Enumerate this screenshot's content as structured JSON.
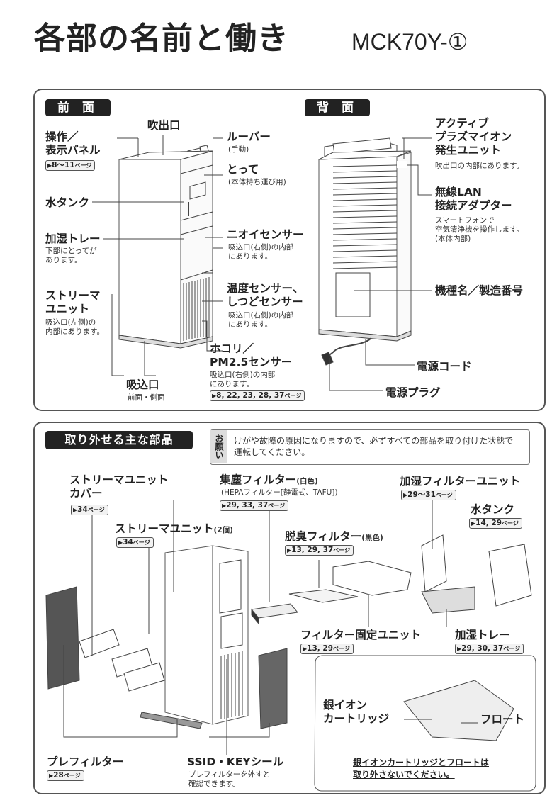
{
  "page": {
    "title": "各部の名前と働き",
    "model": "MCK70Y-①"
  },
  "front": {
    "header": "前 面",
    "labels": {
      "outlet": "吹出口",
      "panel": "操作／\n表示パネル",
      "panel_ref": "8～11",
      "louver": "ルーバー",
      "louver_sub": "(手動)",
      "handle": "とって",
      "handle_sub": "(本体持ち運び用)",
      "tank": "水タンク",
      "tray": "加湿トレー",
      "tray_sub": "下部にとってが\nあります。",
      "odor": "ニオイセンサー",
      "odor_sub": "吸込口(右側)の内部\nにあります。",
      "streamer": "ストリーマ\nユニット",
      "streamer_sub": "吸込口(左側)の\n内部にあります。",
      "temp": "温度センサー、\nしつどセンサー",
      "temp_sub": "吸込口(右側)の内部\nにあります。",
      "dust": "ホコリ／\nPM2.5センサー",
      "dust_sub": "吸込口(右側)の内部\nにあります。",
      "dust_ref": "8, 22, 23, 28, 37",
      "intake": "吸込口",
      "intake_sub": "前面・側面"
    }
  },
  "back": {
    "header": "背 面",
    "labels": {
      "plasma": "アクティブ\nプラズマイオン\n発生ユニット",
      "plasma_sub": "吹出口の内部にあります。",
      "lan": "無線LAN\n接続アダプター",
      "lan_sub": "スマートフォンで\n空気清浄機を操作します。\n(本体内部)",
      "serial": "機種名／製造番号",
      "cord": "電源コード",
      "plug": "電源プラグ"
    }
  },
  "parts": {
    "header": "取り外せる主な部品",
    "caution_tag": "お願い",
    "caution_text": "けがや故障の原因になりますので、必ずすべての部品を取り付けた状態で\n運転してください。",
    "page_suffix": "ページ",
    "labels": {
      "streamer_cover": "ストリーマユニット\nカバー",
      "streamer_cover_ref": "34",
      "streamer_unit": "ストリーマユニット",
      "streamer_unit_count": "(2個)",
      "streamer_unit_ref": "34",
      "dust_filter": "集塵フィルター",
      "dust_filter_color": "(白色)",
      "dust_filter_sub": "(HEPAフィルター[静電式、TAFU])",
      "dust_filter_ref": "29, 33, 37",
      "deodor": "脱臭フィルター",
      "deodor_color": "(黒色)",
      "deodor_ref": "13, 29, 37",
      "hum_unit": "加湿フィルターユニット",
      "hum_unit_ref": "29～31",
      "tank": "水タンク",
      "tank_ref": "14, 29",
      "fix_unit": "フィルター固定ユニット",
      "fix_unit_ref": "13, 29",
      "tray": "加湿トレー",
      "tray_ref": "29, 30, 37",
      "silver": "銀イオン\nカートリッジ",
      "float": "フロート",
      "inset_note": "銀イオンカートリッジとフロートは\n取り外さないでください。",
      "prefilter": "プレフィルター",
      "prefilter_ref": "28",
      "ssid": "SSID・KEYシール",
      "ssid_sub": "プレフィルターを外すと\n確認できます。"
    }
  }
}
